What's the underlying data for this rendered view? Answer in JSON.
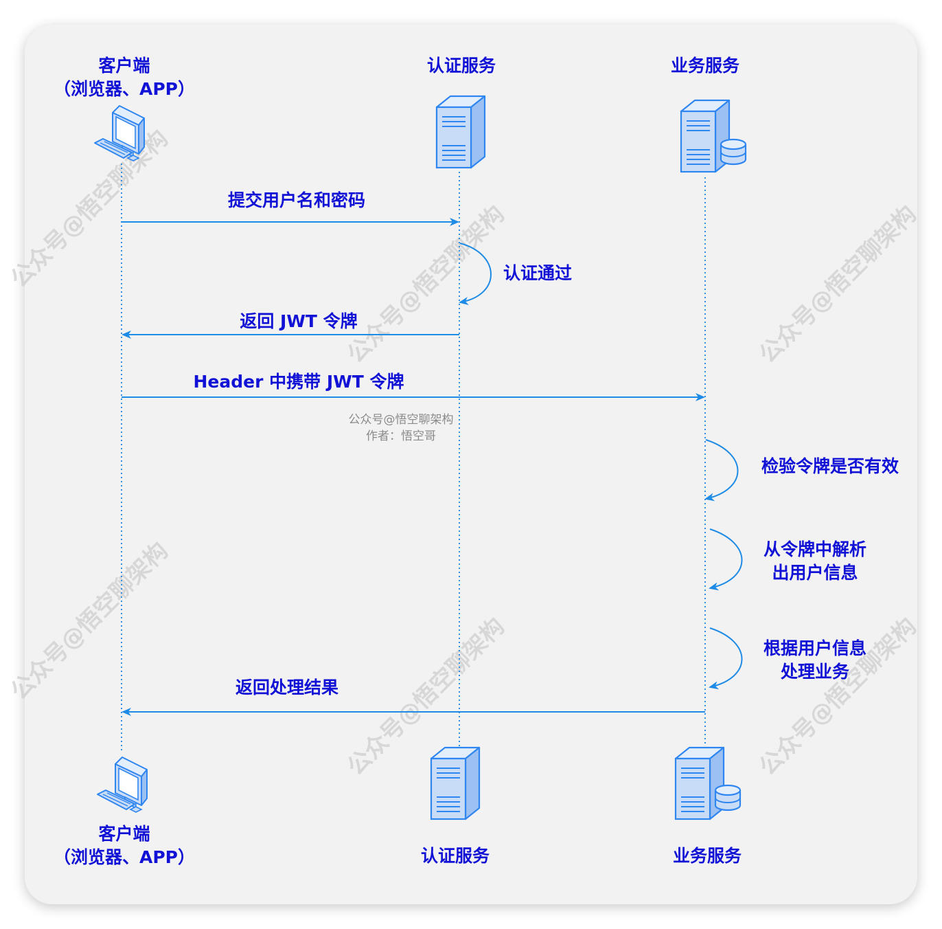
{
  "participants": {
    "client": {
      "name": "客户端",
      "sub": "（浏览器、APP）",
      "icon": "desktop-computer-icon"
    },
    "auth": {
      "name": "认证服务",
      "icon": "server-icon"
    },
    "biz": {
      "name": "业务服务",
      "icon": "server-database-icon"
    }
  },
  "messages": {
    "submit": "提交用户名和密码",
    "auth_pass": "认证通过",
    "return_jwt": "返回 JWT 令牌",
    "header_jwt": "Header 中携带 JWT 令牌",
    "verify": "检验令牌是否有效",
    "parse_1": "从令牌中解析",
    "parse_2": "出用户信息",
    "process_1": "根据用户信息",
    "process_2": "处理业务",
    "return_result": "返回处理结果"
  },
  "credit": {
    "line1": "公众号@悟空聊架构",
    "line2": "作者：悟空哥"
  },
  "watermark": "公众号@悟空聊架构",
  "colors": {
    "arrow": "#1e8be6",
    "label": "#1212d6",
    "lifeline": "#2e8ee6",
    "icon_fill": "#c8dcf8",
    "icon_stroke": "#2f86f0",
    "card": "#f2f2f2"
  }
}
